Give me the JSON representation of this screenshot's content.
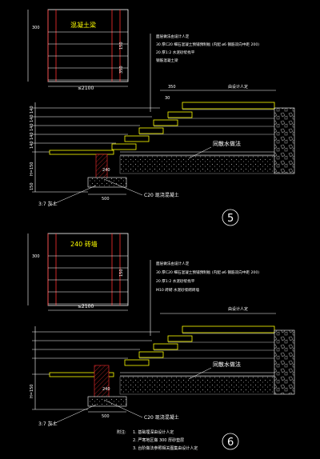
{
  "colors": {
    "background": "#000000",
    "white": "#ffffff",
    "yellow": "#ffff00",
    "green": "#00ff00",
    "red": "#ff3030",
    "cyan": "#00c8c8",
    "gray": "#9a9a9a"
  },
  "detail5": {
    "label": "混凝土梁",
    "dim_300": "300",
    "dim_150": "150",
    "dim_350": "350",
    "dim_spacing": "≤2100",
    "notes": [
      "面层做法由设计人定",
      "30 厚C20 细石混凝土预铺预制板 (内配 ø6 钢筋双向中距 200)",
      "20 厚1:2 水泥砂浆找平",
      "钢筋混凝土梁"
    ],
    "dim_top_350": "350",
    "dim_top_width": "由设计人定",
    "dim_top_30": "30",
    "left_dims": [
      "140",
      "140",
      "140",
      "140",
      "140"
    ],
    "left_h": "H=150",
    "left_150": "150",
    "dim_240": "240",
    "dim_500": "500",
    "gravel_label": "3:7 灰土",
    "water_label": "同散水做法",
    "concrete_label": "C20 现浇混凝土",
    "number": "5"
  },
  "detail6": {
    "label": "240 砖墙",
    "dim_300": "300",
    "dim_150": "150",
    "dim_spacing": "≤2100",
    "notes": [
      "面层做法由设计人定",
      "30 厚C20 细石混凝土预铺预制板 (内配 ø6 钢筋双向中距 200)",
      "20 厚1:2 水泥砂浆找平",
      "M10 砖砌 水泥砂浆砌砖墙"
    ],
    "dim_top_width": "由设计人定",
    "left_h": "H=150",
    "dim_240": "240",
    "dim_500": "500",
    "gravel_label": "3:7 灰土",
    "water_label": "同散水做法",
    "concrete_label": "C20 现浇混凝土",
    "number": "6"
  },
  "footnote": {
    "title": "附注:",
    "lines": [
      "1. 基础埋深由设计人定",
      "2. 严寒地区做 300 厚砂垫层",
      "3. 台阶做法参照相关图集由设计人定"
    ]
  }
}
